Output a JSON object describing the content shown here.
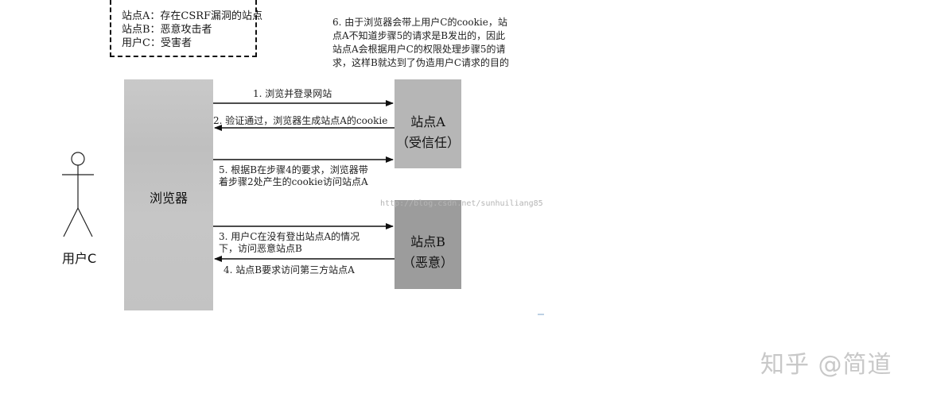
{
  "legend": {
    "lines": [
      "站点A：存在CSRF漏洞的站点",
      "站点B：恶意攻击者",
      "用户C：受害者"
    ]
  },
  "note": "6. 由于浏览器会带上用户C的cookie，站\n点A不知道步骤5的请求是B发出的，因此\n站点A会根据用户C的权限处理步骤5的请\n求，这样B就达到了伪造用户C请求的目的",
  "nodes": {
    "browser": "浏览器",
    "site_a": {
      "title": "站点A",
      "sub": "（受信任）"
    },
    "site_b": {
      "title": "站点B",
      "sub": "（恶意）"
    },
    "user": "用户C"
  },
  "steps": {
    "s1": "1. 浏览并登录网站",
    "s2": "2. 验证通过，浏览器生成站点A的cookie",
    "s5": "5. 根据B在步骤4的要求，浏览器带\n着步骤2处产生的cookie访问站点A",
    "s3": "3. 用户C在没有登出站点A的情况\n下，访问恶意站点B",
    "s4": "4. 站点B要求访问第三方站点A"
  },
  "watermark": "http://blog.csdn.net/sunhuiliang85",
  "brand": "知乎 @简道"
}
